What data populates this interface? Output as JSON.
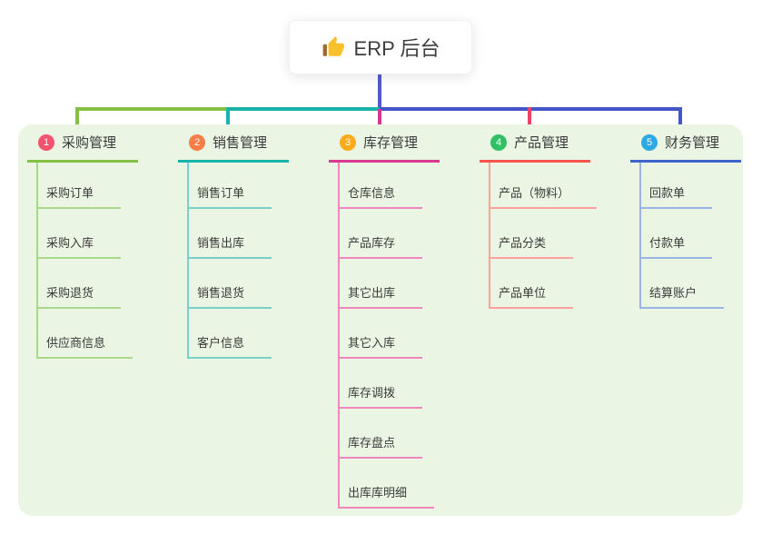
{
  "root": {
    "title": "ERP 后台",
    "icon": "thumbs-up-icon",
    "icon_colors": {
      "hand": "#f8c12c",
      "cuff": "#9a6a32"
    }
  },
  "connector_colors": {
    "stem": "#5359cc",
    "bus_left_green": "#84c044",
    "bus_mid_teal": "#18b3aa",
    "bus_right_blue": "#4456c8"
  },
  "panel": {
    "background": "#eaf6e3"
  },
  "branches": [
    {
      "number": "1",
      "title": "采购管理",
      "badge_color": "#f4526e",
      "line_color": "#84c044",
      "light_color": "#a9d88b",
      "drop_color": "#84c044",
      "children": [
        "采购订单",
        "采购入库",
        "采购退货",
        "供应商信息"
      ]
    },
    {
      "number": "2",
      "title": "销售管理",
      "badge_color": "#f87d46",
      "line_color": "#18b3aa",
      "light_color": "#79d0c9",
      "drop_color": "#18b3aa",
      "children": [
        "销售订单",
        "销售出库",
        "销售退货",
        "客户信息"
      ]
    },
    {
      "number": "3",
      "title": "库存管理",
      "badge_color": "#fbab1b",
      "line_color": "#da3991",
      "light_color": "#ef87be",
      "drop_color": "#d6368f",
      "children": [
        "仓库信息",
        "产品库存",
        "其它出库",
        "其它入库",
        "库存调拨",
        "库存盘点",
        "出库库明细"
      ]
    },
    {
      "number": "4",
      "title": "产品管理",
      "badge_color": "#31c065",
      "line_color": "#f9534f",
      "light_color": "#ffa29c",
      "drop_color": "#ee4264",
      "children": [
        "产品（物料）",
        "产品分类",
        "产品单位"
      ]
    },
    {
      "number": "5",
      "title": "财务管理",
      "badge_color": "#2ca8e2",
      "line_color": "#3e63cb",
      "light_color": "#9cb3e6",
      "drop_color": "#4456c8",
      "children": [
        "回款单",
        "付款单",
        "结算账户"
      ]
    }
  ]
}
